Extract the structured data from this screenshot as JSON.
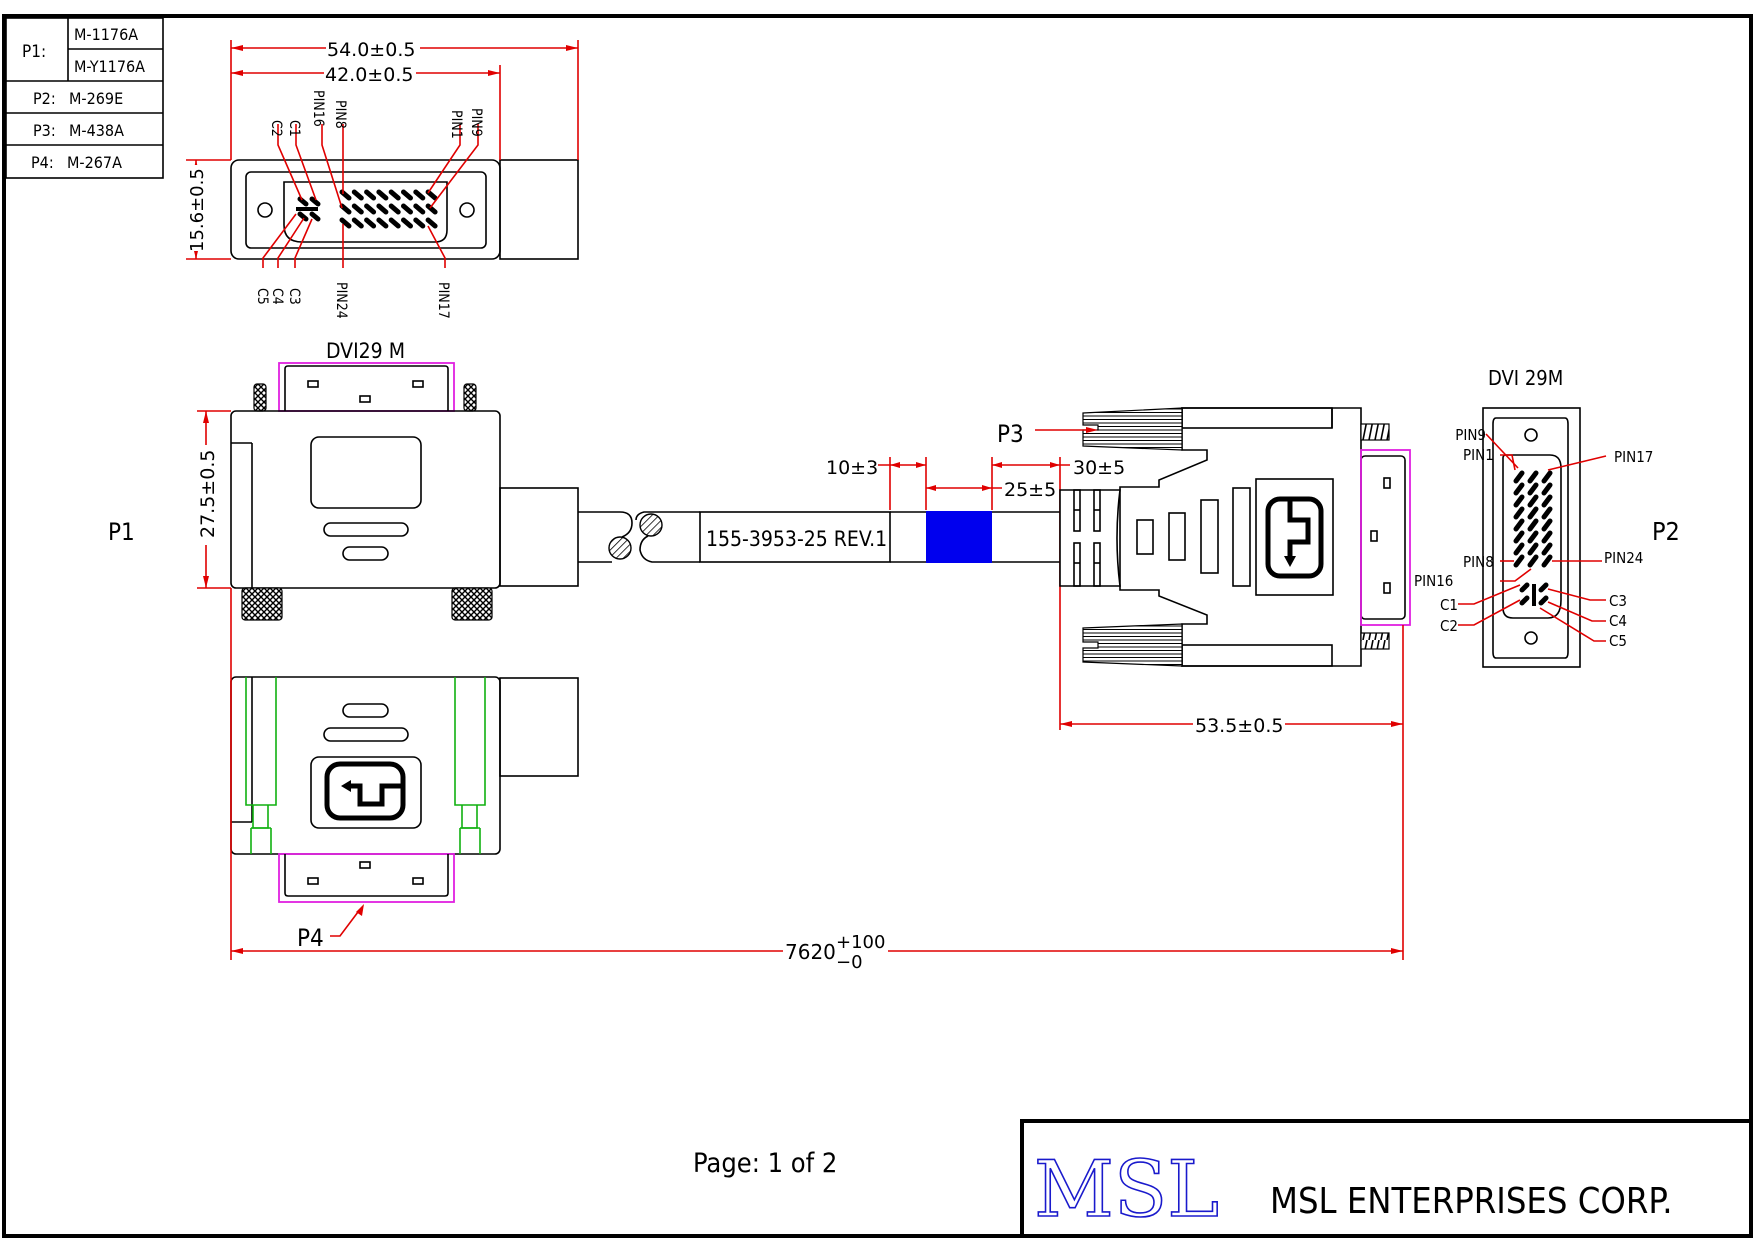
{
  "parts_table": {
    "rows": [
      {
        "label": "P1:",
        "values": [
          "M-1176A",
          "M-Y1176A"
        ]
      },
      {
        "label": "P2:",
        "values": [
          "M-269E"
        ]
      },
      {
        "label": "P3:",
        "values": [
          "M-438A"
        ]
      },
      {
        "label": "P4:",
        "values": [
          "M-267A"
        ]
      }
    ]
  },
  "face_view_top": {
    "dims": {
      "overall_width": "54.0±0.5",
      "shell_width": "42.0±0.5",
      "height": "15.6±0.5"
    },
    "pin_labels_top": [
      "C2",
      "C1",
      "PIN16",
      "PIN8",
      "PIN1",
      "PIN9"
    ],
    "pin_labels_bottom": [
      "C5",
      "C4",
      "C3",
      "PIN24",
      "PIN17"
    ]
  },
  "connector_p1": {
    "title": "DVI29  M",
    "label": "P1",
    "height_dim": "27.5±0.5"
  },
  "cable": {
    "label": "155-3953-25 REV.1",
    "marker_color": "#0000ee",
    "dims": {
      "gap": "10±3",
      "marker": "25±5",
      "boot": "30±5"
    }
  },
  "connector_p3": {
    "label": "P3",
    "length_dim": "53.5±0.5"
  },
  "connector_p2": {
    "title": "DVI  29M",
    "label": "P2",
    "pin_labels_left": [
      "PIN9",
      "PIN1",
      "PIN8",
      "PIN16",
      "C1",
      "C2"
    ],
    "pin_labels_right": [
      "PIN17",
      "PIN24",
      "C3",
      "C4",
      "C5"
    ]
  },
  "connector_p4": {
    "label": "P4"
  },
  "overall_length": {
    "nominal": "7620",
    "tol_plus": "+100",
    "tol_minus": "−0"
  },
  "footer": {
    "page": "Page:  1  of  2",
    "logo": "MSL",
    "company": "MSL  ENTERPRISES  CORP."
  },
  "colors": {
    "dimension": "#e00000",
    "outline_highlight": "#e020e0",
    "latch": "#10b010",
    "logo": "#1a1acc"
  }
}
